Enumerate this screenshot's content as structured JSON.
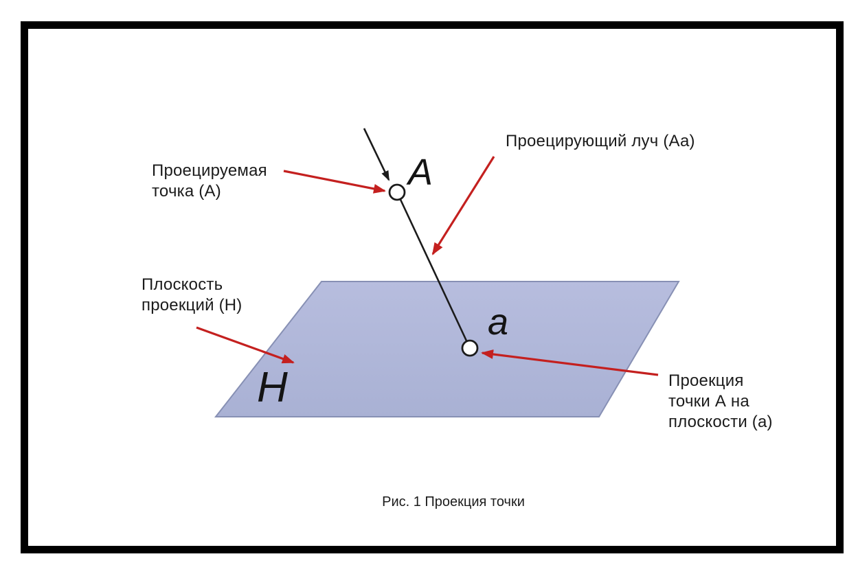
{
  "figure": {
    "caption": "Рис. 1 Проекция точки",
    "labels": {
      "projected_point": "Проецируемая\nточка (А)",
      "projecting_ray": "Проецирующий луч (Аа)",
      "projection_plane": "Плоскость\nпроекций (Н)",
      "point_projection": "Проекция\nточки А на\nплоскости (а)"
    },
    "glyphs": {
      "point_upper": "A",
      "point_lower": "a",
      "plane": "H"
    }
  },
  "colors": {
    "ink": "#1b1b1b",
    "accent_red": "#c4201f",
    "frame": "#000000",
    "plane_border": "#8790b4",
    "plane_fill_top": "#b7bdde",
    "plane_fill_bottom": "#a9b1d4",
    "point_fill": "#ffffff"
  }
}
